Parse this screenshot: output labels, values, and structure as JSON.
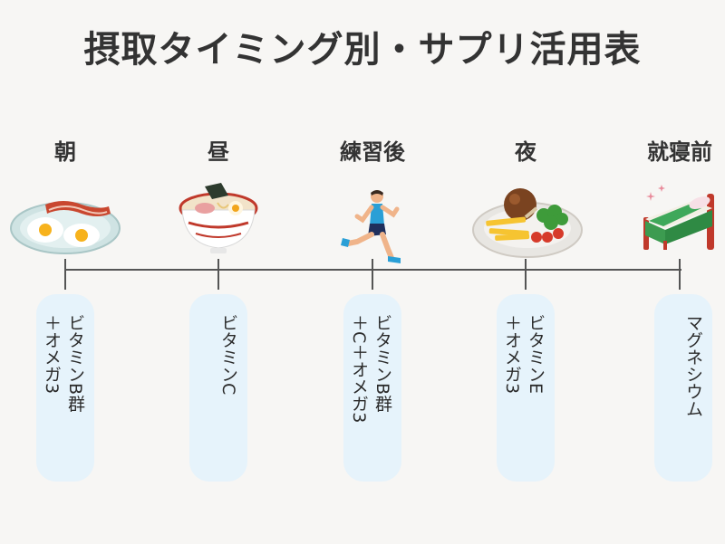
{
  "title": "摂取タイミング別・サプリ活用表",
  "timeline": [
    {
      "time": "朝",
      "supplement": "ビタミンB群\n＋オメガ3",
      "icon": "breakfast-plate-icon"
    },
    {
      "time": "昼",
      "supplement": "ビタミンC",
      "icon": "ramen-bowl-icon"
    },
    {
      "time": "練習後",
      "supplement": "ビタミンB群\n＋C＋オメガ3",
      "icon": "runner-icon"
    },
    {
      "time": "夜",
      "supplement": "ビタミンE\n＋オメガ3",
      "icon": "dinner-plate-icon"
    },
    {
      "time": "就寝前",
      "supplement": "マグネシウム",
      "icon": "bed-icon"
    }
  ]
}
